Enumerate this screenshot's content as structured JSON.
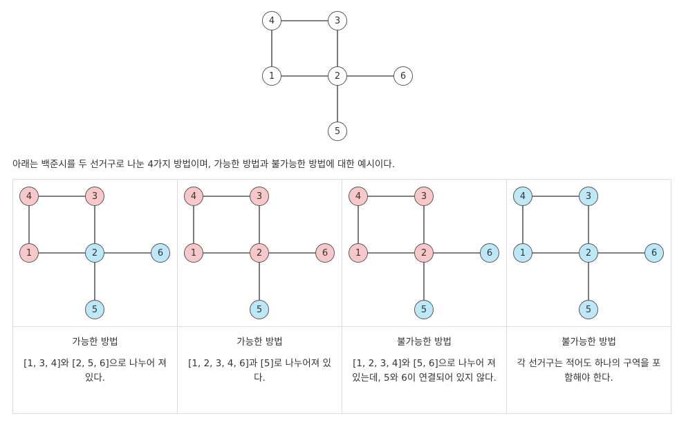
{
  "colors": {
    "default": "#ffffff",
    "red": "#f8c7c8",
    "blue": "#bde8f7"
  },
  "nodes": [
    "1",
    "2",
    "3",
    "4",
    "5",
    "6"
  ],
  "edges": [
    [
      "4",
      "3"
    ],
    [
      "4",
      "1"
    ],
    [
      "1",
      "2"
    ],
    [
      "3",
      "2"
    ],
    [
      "2",
      "6"
    ],
    [
      "2",
      "5"
    ]
  ],
  "description": "아래는 백준시를 두 선거구로 나눈 4가지 방법이며, 가능한 방법과 불가능한 방법에 대한 예시이다.",
  "examples": [
    {
      "title": "가능한 방법",
      "text": "[1, 3, 4]와 [2, 5, 6]으로 나누어 져 있다.",
      "colors": {
        "1": "red",
        "2": "blue",
        "3": "red",
        "4": "red",
        "5": "blue",
        "6": "blue"
      }
    },
    {
      "title": "가능한 방법",
      "text": "[1, 2, 3, 4, 6]과 [5]로 나누어져 있다.",
      "colors": {
        "1": "red",
        "2": "red",
        "3": "red",
        "4": "red",
        "5": "blue",
        "6": "red"
      }
    },
    {
      "title": "불가능한 방법",
      "text": "[1, 2, 3, 4]와 [5, 6]으로 나누어 져 있는데, 5와 6이 연결되어 있지 않다.",
      "colors": {
        "1": "red",
        "2": "red",
        "3": "red",
        "4": "red",
        "5": "blue",
        "6": "blue"
      }
    },
    {
      "title": "불가능한 방법",
      "text": "각 선거구는 적어도 하나의 구역을 포함해야 한다.",
      "colors": {
        "1": "blue",
        "2": "blue",
        "3": "blue",
        "4": "blue",
        "5": "blue",
        "6": "blue"
      }
    }
  ]
}
